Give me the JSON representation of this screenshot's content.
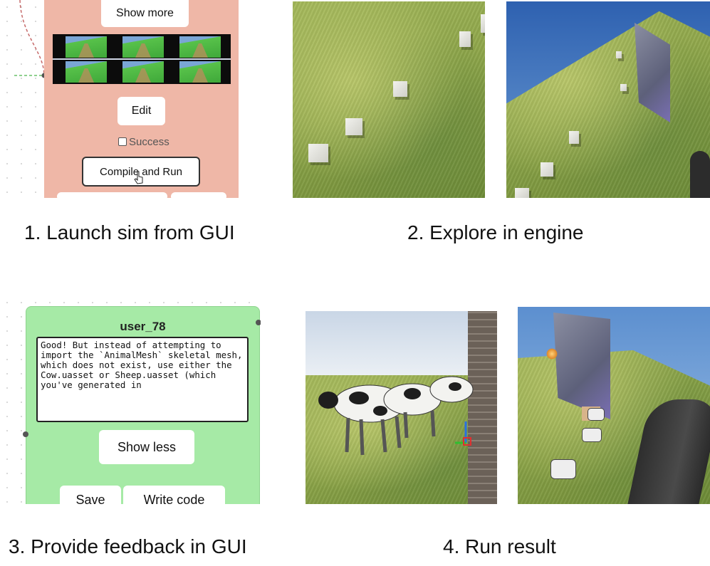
{
  "panel1": {
    "show_more_label": "Show more",
    "edit_label": "Edit",
    "success_label": "Success",
    "compile_run_label": "Compile and Run"
  },
  "panel3": {
    "node_title": "user_78",
    "feedback_text": "Good! But instead of attempting to import the `AnimalMesh` skeletal mesh, which does not exist, use either the Cow.uasset or Sheep.uasset (which you've generated in ",
    "show_less_label": "Show less",
    "save_label": "Save",
    "write_code_label": "Write code"
  },
  "captions": {
    "step1": "1. Launch sim from GUI",
    "step2": "2. Explore in engine",
    "step3": "3. Provide feedback in GUI",
    "step4": "4. Run result"
  },
  "colors": {
    "node_salmon": "#efb7a7",
    "node_green": "#a6eaa6",
    "link_red_dashed": "#c66a6a",
    "link_green_dashed": "#6ac06a"
  }
}
